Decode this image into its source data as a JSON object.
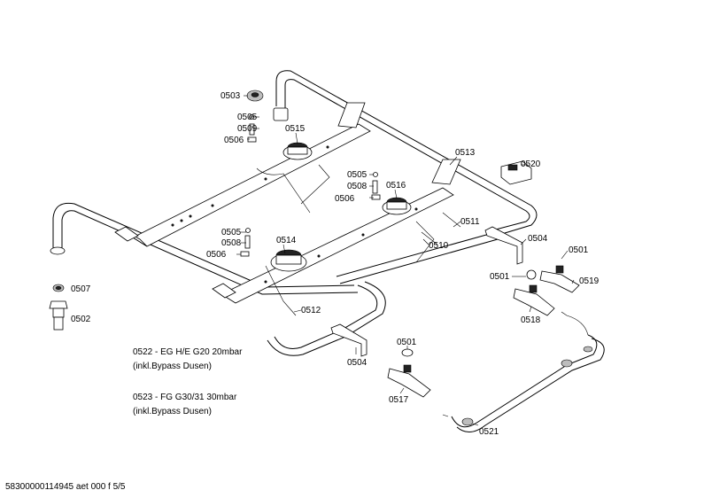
{
  "labels": {
    "p0503": "0503",
    "p0505a": "0505",
    "p0509": "0509",
    "p0506a": "0506",
    "p0515": "0515",
    "p0513": "0513",
    "p0520": "0520",
    "p0505b": "0505",
    "p0508b": "0508",
    "p0506b": "0506",
    "p0516": "0516",
    "p0511": "0511",
    "p0510": "0510",
    "p0505c": "0505",
    "p0508c": "0508",
    "p0506c": "0506",
    "p0514": "0514",
    "p0504a": "0504",
    "p0501a": "0501",
    "p0501b": "0501",
    "p0519": "0519",
    "p0518": "0518",
    "p0507": "0507",
    "p0502": "0502",
    "p0512": "0512",
    "p0504b": "0504",
    "p0501c": "0501",
    "p0517": "0517",
    "p0521": "0521"
  },
  "notes": {
    "line1": "0522 - EG H/E G20 20mbar",
    "line2": "(inkl.Bypass Dusen)",
    "line3": "0523 - FG G30/31 30mbar",
    "line4": "(inkl.Bypass Dusen)"
  },
  "footer": {
    "code": "58300000114945 aet 000 f 5/5"
  }
}
